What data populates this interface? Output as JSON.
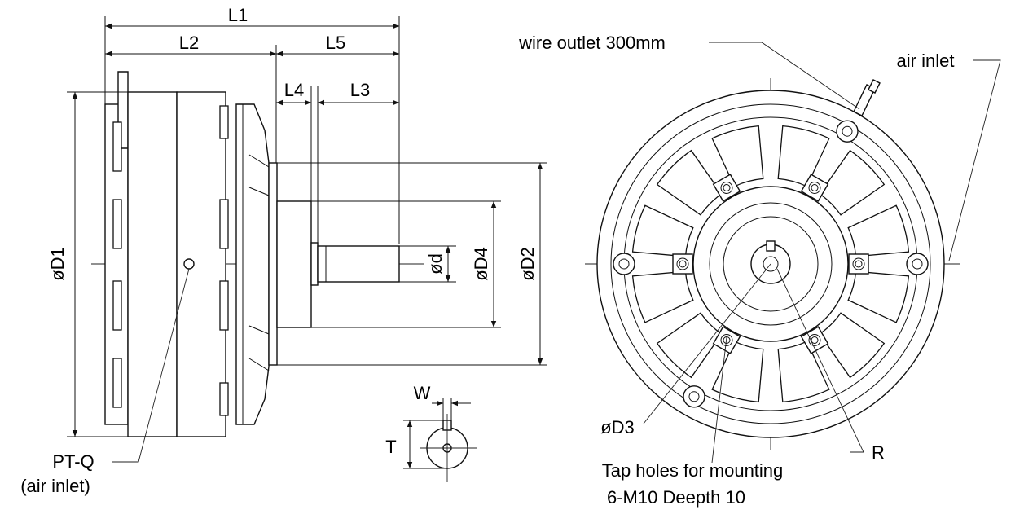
{
  "dimensions": {
    "L1": "L1",
    "L2": "L2",
    "L3": "L3",
    "L4": "L4",
    "L5": "L5",
    "D1": "øD1",
    "D2": "øD2",
    "D3": "øD3",
    "D4": "øD4",
    "d": "ød",
    "W": "W",
    "T": "T",
    "R": "R"
  },
  "notes": {
    "wire_outlet": "wire outlet 300mm",
    "air_inlet": "air inlet",
    "pt_q": "PT-Q",
    "pt_q_sub": "(air inlet)",
    "tap_holes_line1": "Tap holes for mounting",
    "tap_holes_line2": "6-M10 Deepth 10"
  }
}
